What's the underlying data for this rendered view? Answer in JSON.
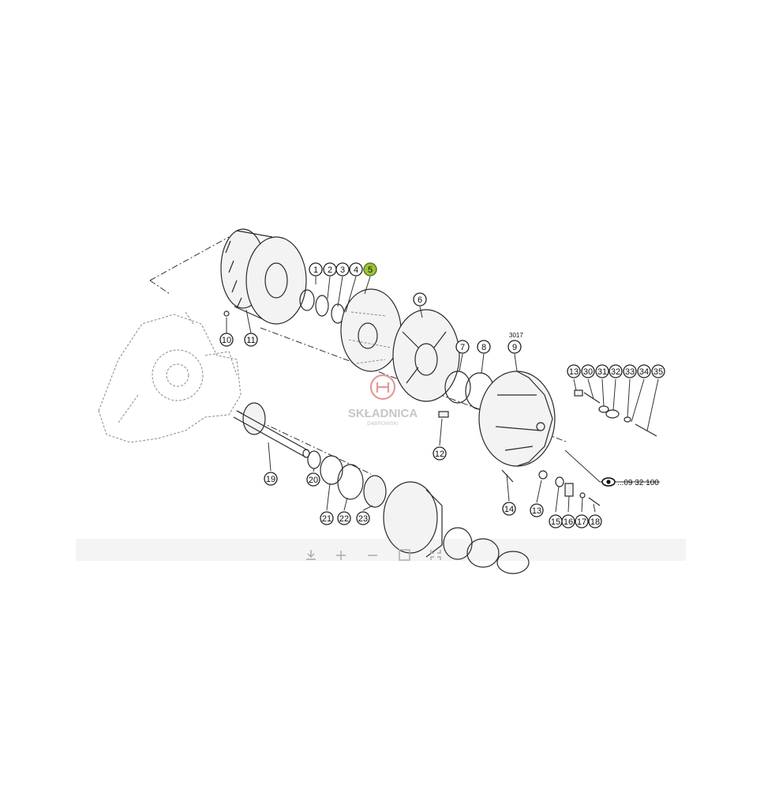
{
  "diagram": {
    "group_label": "3017",
    "reference_text": "...09 32 100",
    "highlight_color": "#9cc33a",
    "line_color": "#2a2a2a",
    "callouts": [
      {
        "label": "1"
      },
      {
        "label": "2"
      },
      {
        "label": "3"
      },
      {
        "label": "4"
      },
      {
        "label": "5",
        "highlight": true
      },
      {
        "label": "6"
      },
      {
        "label": "7"
      },
      {
        "label": "8"
      },
      {
        "label": "9"
      },
      {
        "label": "10"
      },
      {
        "label": "11"
      },
      {
        "label": "12"
      },
      {
        "label": "13"
      },
      {
        "label": "30"
      },
      {
        "label": "31"
      },
      {
        "label": "32"
      },
      {
        "label": "33"
      },
      {
        "label": "34"
      },
      {
        "label": "35"
      },
      {
        "label": "14"
      },
      {
        "label": "13"
      },
      {
        "label": "15"
      },
      {
        "label": "16"
      },
      {
        "label": "17"
      },
      {
        "label": "18"
      },
      {
        "label": "19"
      },
      {
        "label": "20"
      },
      {
        "label": "21"
      },
      {
        "label": "22"
      },
      {
        "label": "23"
      }
    ]
  },
  "watermark": {
    "brand": "SKŁADNICA",
    "sub": "DĄBROWSKI",
    "color": "#c0c0c0",
    "logo_color": "#e08f8f"
  },
  "viewer_toolbar": {
    "icons": [
      "download-icon",
      "zoom-in-icon",
      "zoom-out-icon",
      "fit-icon",
      "fullscreen-icon"
    ],
    "color": "#a8a8a8"
  }
}
